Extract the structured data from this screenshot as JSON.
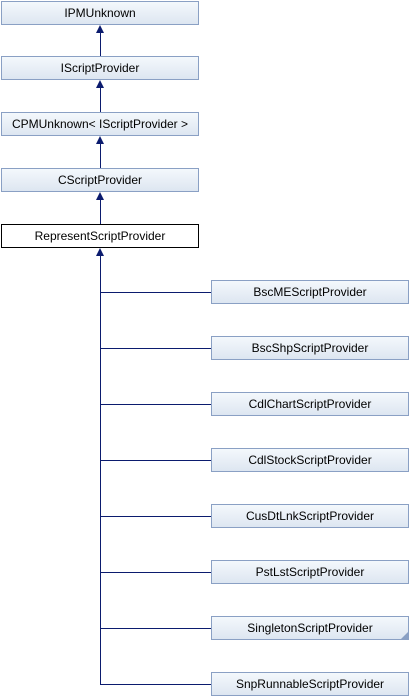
{
  "diagram": {
    "ancestors": [
      {
        "id": "ipmunknown",
        "label": "IPMUnknown"
      },
      {
        "id": "iscriptprovider",
        "label": "IScriptProvider"
      },
      {
        "id": "cpmunknown",
        "label": "CPMUnknown< IScriptProvider >"
      },
      {
        "id": "cscriptprovider",
        "label": "CScriptProvider"
      }
    ],
    "current": {
      "id": "representscriptprovider",
      "label": "RepresentScriptProvider"
    },
    "subclasses": [
      {
        "id": "bscme",
        "label": "BscMEScriptProvider"
      },
      {
        "id": "bscshp",
        "label": "BscShpScriptProvider"
      },
      {
        "id": "cdlchart",
        "label": "CdlChartScriptProvider"
      },
      {
        "id": "cdlstock",
        "label": "CdlStockScriptProvider"
      },
      {
        "id": "cusdtlnk",
        "label": "CusDtLnkScriptProvider"
      },
      {
        "id": "pstlst",
        "label": "PstLstScriptProvider"
      },
      {
        "id": "singleton",
        "label": "SingletonScriptProvider",
        "has_more": true
      },
      {
        "id": "snprunnable",
        "label": "SnpRunnableScriptProvider"
      }
    ],
    "colors": {
      "edge": "#0b1b6e",
      "node_border": "#8aa0c4",
      "current_border": "#000000"
    }
  }
}
